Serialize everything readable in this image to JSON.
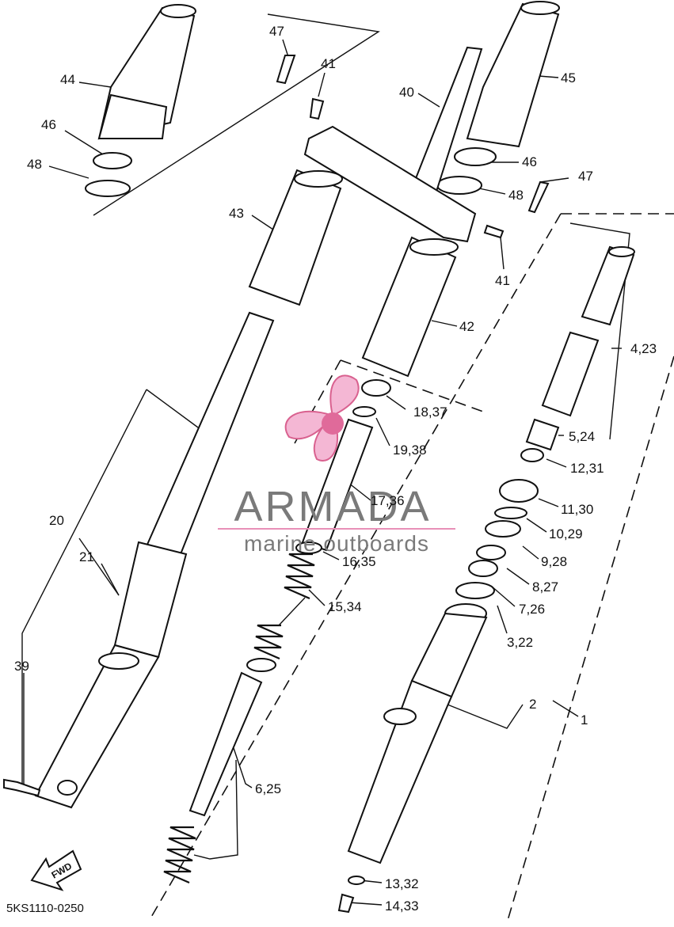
{
  "diagram": {
    "code": "5KS1110-0250",
    "fwd_label": "FWD",
    "watermark": {
      "brand": "ARMADA",
      "tagline": "marine outboards"
    },
    "labels": [
      {
        "id": "44",
        "text": "44"
      },
      {
        "id": "46a",
        "text": "46"
      },
      {
        "id": "48a",
        "text": "48"
      },
      {
        "id": "47a",
        "text": "47"
      },
      {
        "id": "41a",
        "text": "41"
      },
      {
        "id": "40",
        "text": "40"
      },
      {
        "id": "45",
        "text": "45"
      },
      {
        "id": "46b",
        "text": "46"
      },
      {
        "id": "47b",
        "text": "47"
      },
      {
        "id": "48b",
        "text": "48"
      },
      {
        "id": "43",
        "text": "43"
      },
      {
        "id": "41b",
        "text": "41"
      },
      {
        "id": "42",
        "text": "42"
      },
      {
        "id": "4_23",
        "text": "4,23"
      },
      {
        "id": "18_37",
        "text": "18,37"
      },
      {
        "id": "19_38",
        "text": "19,38"
      },
      {
        "id": "5_24",
        "text": "5,24"
      },
      {
        "id": "12_31",
        "text": "12,31"
      },
      {
        "id": "17_36",
        "text": "17,36"
      },
      {
        "id": "11_30",
        "text": "11,30"
      },
      {
        "id": "10_29",
        "text": "10,29"
      },
      {
        "id": "20",
        "text": "20"
      },
      {
        "id": "21",
        "text": "21"
      },
      {
        "id": "16_35",
        "text": "16,35"
      },
      {
        "id": "9_28",
        "text": "9,28"
      },
      {
        "id": "8_27",
        "text": "8,27"
      },
      {
        "id": "15_34",
        "text": "15,34"
      },
      {
        "id": "7_26",
        "text": "7,26"
      },
      {
        "id": "3_22",
        "text": "3,22"
      },
      {
        "id": "39",
        "text": "39"
      },
      {
        "id": "2",
        "text": "2"
      },
      {
        "id": "1",
        "text": "1"
      },
      {
        "id": "6_25",
        "text": "6,25"
      },
      {
        "id": "13_32",
        "text": "13,32"
      },
      {
        "id": "14_33",
        "text": "14,33"
      }
    ]
  }
}
